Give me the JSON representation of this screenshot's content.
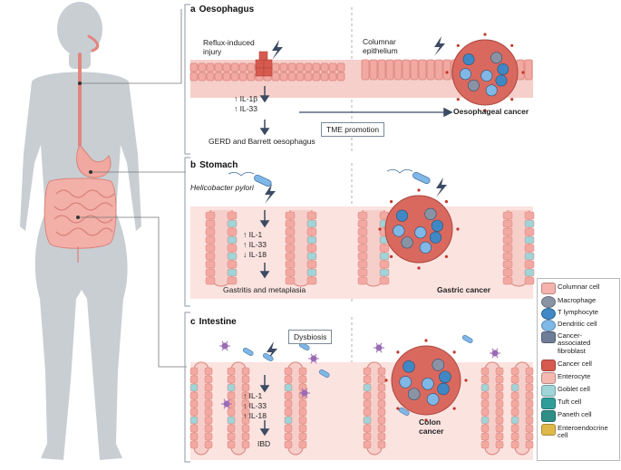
{
  "panels": {
    "a": {
      "letter": "a",
      "title": "Oesophagus",
      "injury_label": "Reflux-induced\ninjury",
      "cytokines": [
        "↑ IL-1β",
        "↑ IL-33"
      ],
      "outcome": "GERD and Barrett oesophagus",
      "tme_label": "TME promotion",
      "epithelium_label": "Columnar\nepithelium",
      "cancer_label": "Oesophageal cancer"
    },
    "b": {
      "letter": "b",
      "title": "Stomach",
      "pathogen_label": "Helicobacter pylori",
      "cytokines": [
        "↑ IL-1",
        "↑ IL-33",
        "↓ IL-18"
      ],
      "outcome": "Gastritis and metaplasia",
      "cancer_label": "Gastric cancer"
    },
    "c": {
      "letter": "c",
      "title": "Intestine",
      "dysbiosis_label": "Dysbiosis",
      "cytokines": [
        "↑ IL-1",
        "↑ IL-33",
        "↑ IL-18"
      ],
      "outcome": "IBD",
      "cancer_label": "Colon\ncancer"
    }
  },
  "legend": [
    {
      "label": "Columnar cell",
      "icon": "columnar-cell-icon",
      "color": "#f4b3ad"
    },
    {
      "label": "Macrophage",
      "icon": "macrophage-icon",
      "color": "#8a93a3"
    },
    {
      "label": "T lymphocyte",
      "icon": "t-lymphocyte-icon",
      "color": "#3f88c5"
    },
    {
      "label": "Dendritic cell",
      "icon": "dendritic-cell-icon",
      "color": "#7fb7e6"
    },
    {
      "label": "Cancer-\nassociated\nfibroblast",
      "icon": "fibroblast-icon",
      "color": "#6f7d96"
    },
    {
      "label": "Cancer cell",
      "icon": "cancer-cell-icon",
      "color": "#d65a4f"
    },
    {
      "label": "Enterocyte",
      "icon": "enterocyte-icon",
      "color": "#f5b9b0"
    },
    {
      "label": "Goblet cell",
      "icon": "goblet-cell-icon",
      "color": "#9fd4d8"
    },
    {
      "label": "Tuft cell",
      "icon": "tuft-cell-icon",
      "color": "#2f9e9a"
    },
    {
      "label": "Paneth cell",
      "icon": "paneth-cell-icon",
      "color": "#2f8f87"
    },
    {
      "label": "Enteroendocrine\ncell",
      "icon": "enteroendocrine-cell-icon",
      "color": "#e0b84a"
    }
  ],
  "colors": {
    "tissue": "#f6cfcb",
    "cell": "#f2a9a2",
    "cell_border": "#d9837b",
    "tumor": "#d9695f",
    "macrophage": "#8a93a3",
    "t_cell": "#3f88c5",
    "silhouette": "#c9ced3",
    "organ": "#f0a8a0",
    "goblet": "#9fd4d8",
    "paneth": "#2f8f87",
    "enteroendocrine": "#e0b84a",
    "bacteria": "#7fb7e6",
    "virus": "#9b6bb5"
  }
}
